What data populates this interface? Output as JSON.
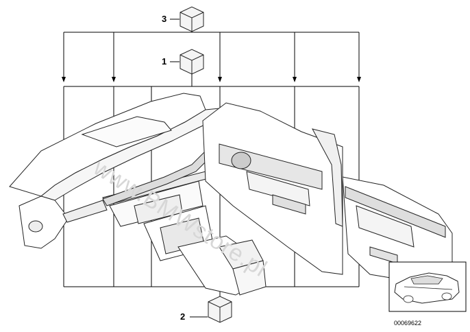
{
  "callouts": [
    {
      "id": "part-3",
      "label": "3"
    },
    {
      "id": "part-1",
      "label": "1"
    },
    {
      "id": "part-2",
      "label": "2"
    }
  ],
  "reference_code": "00069622",
  "watermark": "www.BMWstore.pl",
  "line_color": "#000000",
  "part_fill": "#f2f2f2",
  "part_stroke": "#333333"
}
